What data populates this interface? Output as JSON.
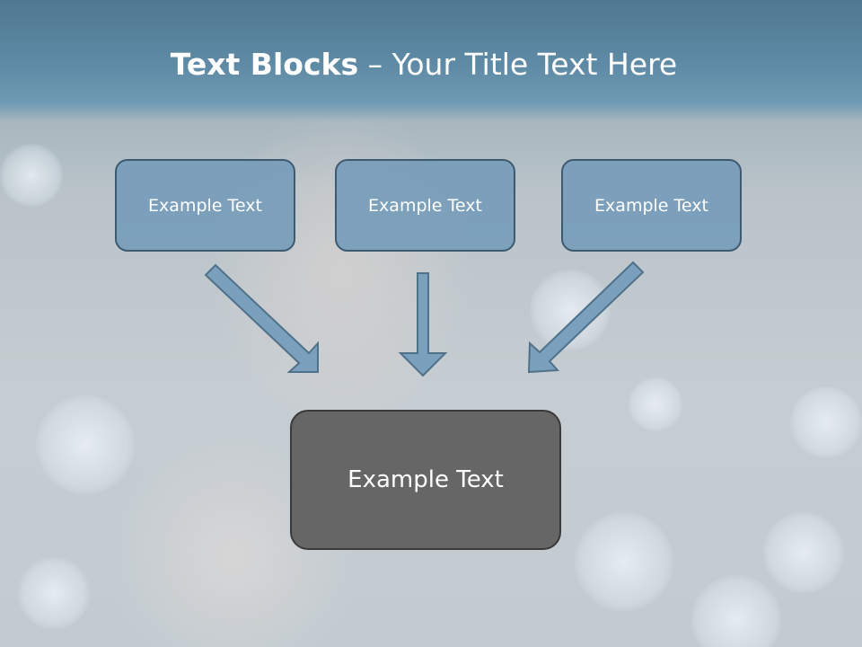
{
  "title": {
    "bold": "Text Blocks",
    "dash": " – ",
    "rest": "Your Title Text Here"
  },
  "boxes": [
    {
      "label": "Example Text"
    },
    {
      "label": "Example Text"
    },
    {
      "label": "Example Text"
    }
  ],
  "result": {
    "label": "Example Text"
  },
  "colors": {
    "header": "#5f8ba6",
    "box_fill": "#769cb9",
    "box_border": "#3d5a70",
    "result_fill": "#666666",
    "arrow_fill": "#7aa0bd"
  }
}
